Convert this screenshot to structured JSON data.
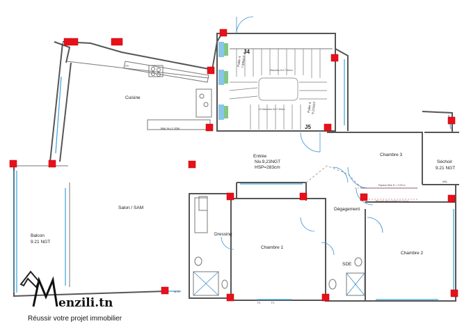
{
  "rooms": {
    "cuisine": "Cuisine",
    "entree_l1": "Entrée",
    "entree_l2": "Niv.9,23NGT",
    "entree_l3": "HSP=283cm",
    "salon": "Salon / SAM",
    "balcon_l1": "Balcon",
    "balcon_l2": "9.21 NGT",
    "dressing": "Dressing",
    "chambre1": "Chambre 1",
    "chambre2": "Chambre 2",
    "chambre3": "Chambre 3",
    "sechoir_l1": "Séchoir",
    "sechoir_l2": "9.21 NGT",
    "degagement": "Dégagement",
    "sde": "SDE"
  },
  "annotations": {
    "j4": "J4",
    "j5": "J5",
    "palier_top": "Palier 4",
    "palier_top_lvl": "7.89NGT",
    "palier_bot": "Palier 4",
    "palier_bot_lvl": "9.21NGT",
    "mur": "Mur H=1.10m",
    "espace": "Espace libre H = 2.00 m",
    "placard": "Placard démontable H 2.10 m",
    "marches_top": "Marches ht 17.60cm",
    "marches_bot": "10 Marches ht 17.60cm",
    "fr": "FR",
    "alt": "ALT6",
    "mal": "MAL",
    "f3": "F3",
    "f1": "F1"
  },
  "watermark": {
    "brand": "enzili.tn",
    "tagline": "Réussir votre projet immobilier"
  }
}
